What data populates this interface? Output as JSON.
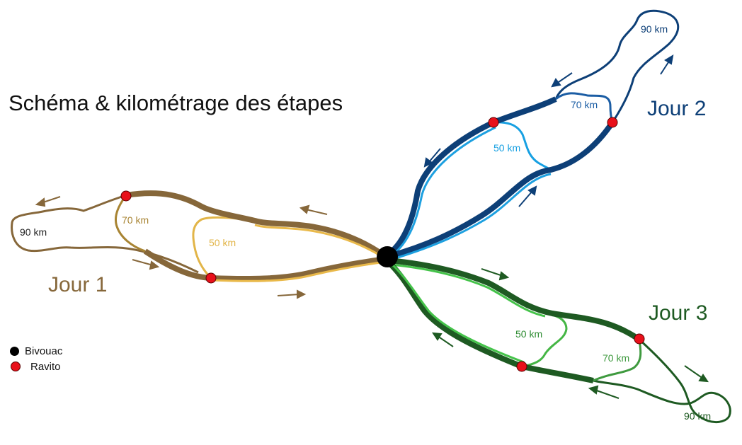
{
  "title": "Schéma & kilométrage des étapes",
  "days": [
    {
      "label": "Jour 1",
      "colors": {
        "dark": "#86673a",
        "mid": "#c9a043",
        "light": "#e9b94a",
        "text": "#86673a"
      },
      "loops": [
        {
          "label": "90 km",
          "color": "#86673a"
        },
        {
          "label": "70 km",
          "color": "#a88433"
        },
        {
          "label": "50 km",
          "color": "#e2b548"
        }
      ]
    },
    {
      "label": "Jour 2",
      "colors": {
        "dark": "#0d3f77",
        "mid": "#1868b9",
        "light": "#1da0e0",
        "text": "#0d3f77"
      },
      "loops": [
        {
          "label": "90 km",
          "color": "#0d3f77"
        },
        {
          "label": "70 km",
          "color": "#1b5da4"
        },
        {
          "label": "50 km",
          "color": "#17a0e2"
        }
      ]
    },
    {
      "label": "Jour 3",
      "colors": {
        "dark": "#1e5a22",
        "mid": "#2f8c33",
        "light": "#45c34a",
        "text": "#1e5a22"
      },
      "loops": [
        {
          "label": "90 km",
          "color": "#1e5a22"
        },
        {
          "label": "70 km",
          "color": "#3f9a3f"
        },
        {
          "label": "50 km",
          "color": "#45b645"
        }
      ]
    }
  ],
  "legend": {
    "bivouac": "Bivouac",
    "ravito": "Ravito"
  },
  "markers": {
    "bivouac_color": "#000000",
    "ravito_color": "#e8101a"
  }
}
